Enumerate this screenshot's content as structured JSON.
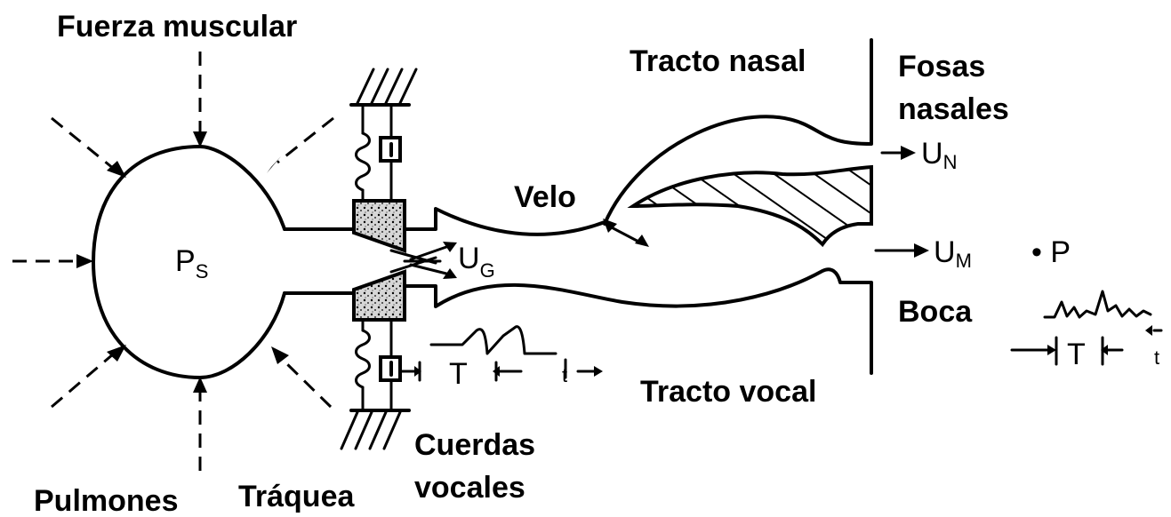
{
  "labels": {
    "fuerza_muscular": "Fuerza muscular",
    "tracto_nasal": "Tracto nasal",
    "fosas_nasales_1": "Fosas",
    "fosas_nasales_2": "nasales",
    "velo": "Velo",
    "boca": "Boca",
    "tracto_vocal": "Tracto vocal",
    "cuerdas_vocales_1": "Cuerdas",
    "cuerdas_vocales_2": "vocales",
    "pulmones": "Pulmones",
    "traquea": "Tráquea"
  },
  "symbols": {
    "ps_main": "P",
    "ps_sub": "S",
    "ug_main": "U",
    "ug_sub": "G",
    "un_main": "U",
    "un_sub": "N",
    "um_main": "U",
    "um_sub": "M",
    "p_dot": "• P",
    "period_glottal": "T",
    "period_output": "T",
    "time_glottal": "t",
    "time_output": "t"
  },
  "colors": {
    "ink": "#000000",
    "background": "#ffffff",
    "speckle_fill": "#cfcfcf"
  }
}
